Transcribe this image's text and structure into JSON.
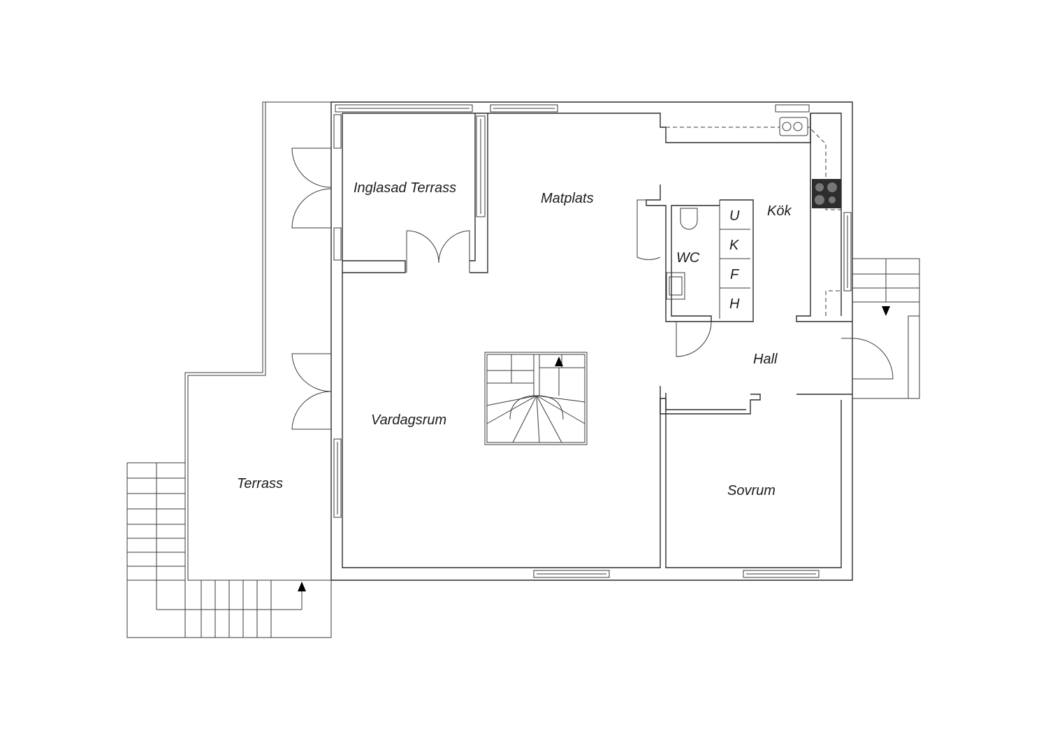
{
  "rooms": {
    "inglasad_terrass": "Inglasad Terrass",
    "matplats": "Matplats",
    "kok": "Kök",
    "wc": "WC",
    "hall": "Hall",
    "vardagsrum": "Vardagsrum",
    "terrass": "Terrass",
    "sovrum": "Sovrum"
  },
  "fixtures": {
    "u": "U",
    "k": "K",
    "f": "F",
    "h": "H"
  },
  "colors": {
    "line": "#2b2b2b",
    "background": "#ffffff",
    "stove": "#2d2d2d"
  }
}
